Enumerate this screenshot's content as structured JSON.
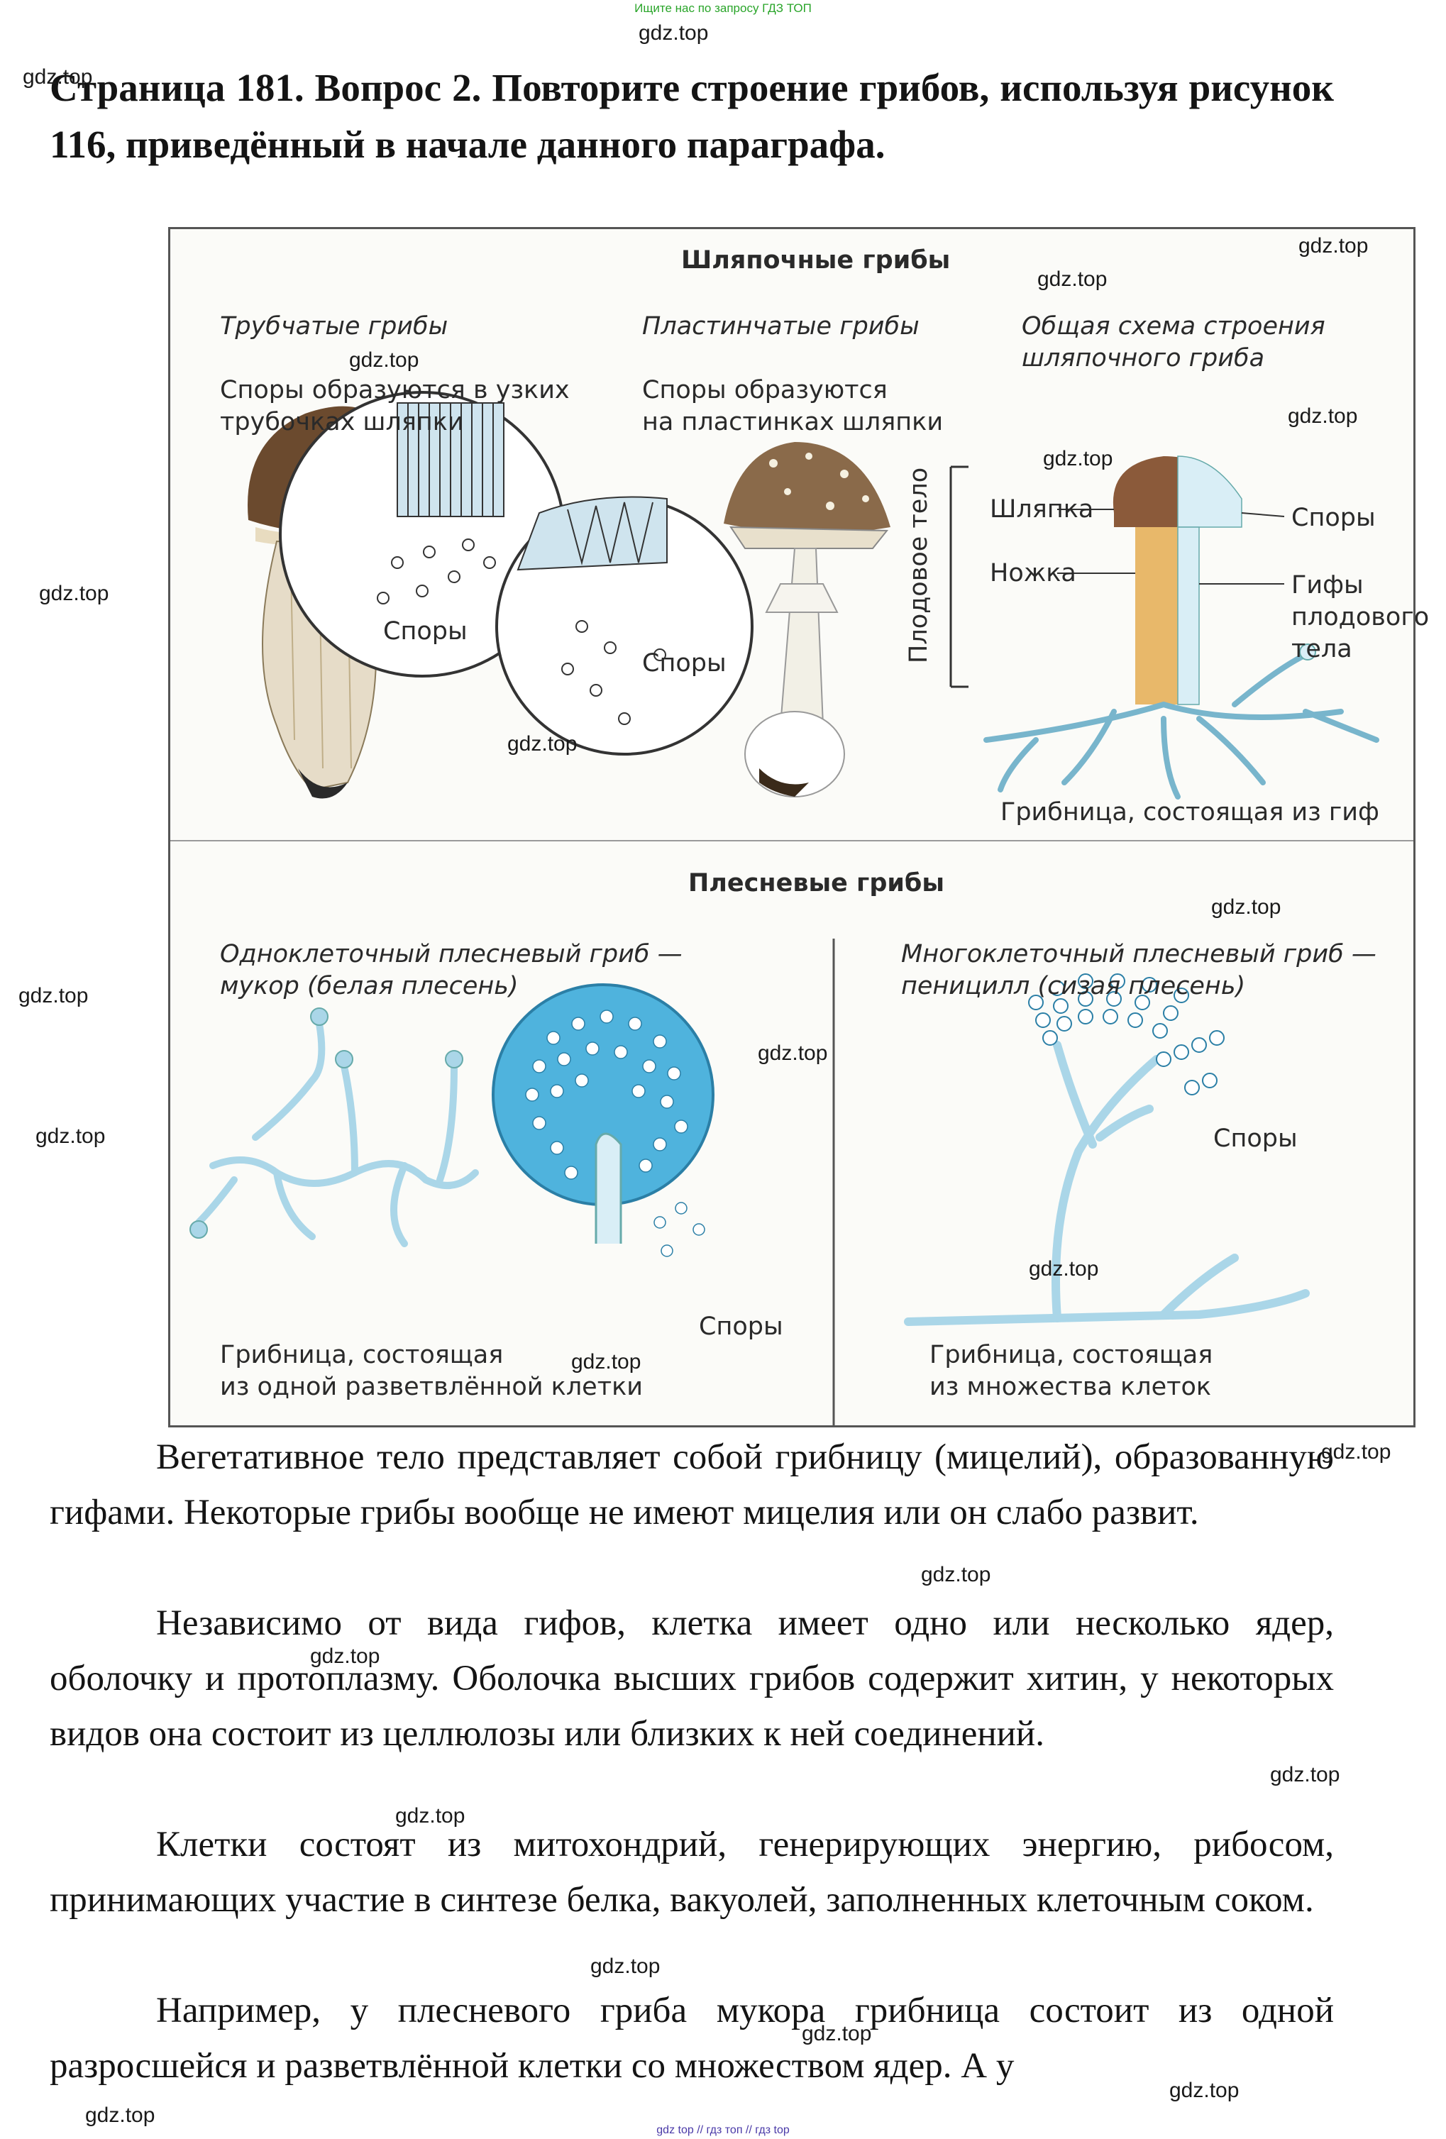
{
  "top_note": "Ищите нас по запросу ГДЗ ТОП",
  "bottom_note": "gdz top // гдз топ // гдз top",
  "watermark": "gdz.top",
  "heading": "Страница 181. Вопрос 2. Повторите строение грибов, используя рисунок 116, приведённый в начале данного параграфа.",
  "figure": {
    "cap_hat": "Шляпочные грибы",
    "tubular_title": "Трубчатые грибы",
    "tubular_desc_1": "Споры образуются в узких",
    "tubular_desc_2": "трубочках шляпки",
    "spores": "Споры",
    "lamellar_title": "Пластинчатые грибы",
    "lamellar_desc_1": "Споры образуются",
    "lamellar_desc_2": "на пластинках шляпки",
    "scheme_title_1": "Общая схема строения",
    "scheme_title_2": "шляпочного гриба",
    "cap": "Шляпка",
    "stem": "Ножка",
    "fruit_body": "Плодовое тело",
    "hyphae_1": "Гифы",
    "hyphae_2": "плодового",
    "hyphae_3": "тела",
    "mycelium_of_hyphae": "Грибница, состоящая из гиф",
    "mold_title": "Плесневые грибы",
    "mucor_title_1": "Одноклеточный плесневый гриб —",
    "mucor_title_2": "мукор (белая плесень)",
    "mucor_myc_1": "Грибница, состоящая",
    "mucor_myc_2": "из одной разветвлённой клетки",
    "pen_title_1": "Многоклеточный плесневый гриб —",
    "pen_title_2": "пеницилл (сизая плесень)",
    "pen_myc_1": "Грибница, состоящая",
    "pen_myc_2": "из множества клеток"
  },
  "paragraphs": [
    "Вегетативное тело представляет собой грибницу (мицелий), образованную гифами. Некоторые грибы вообще не имеют мицелия или он слабо развит.",
    "Независимо от вида гифов, клетка имеет одно или несколько ядер, оболочку и протоплазму. Оболочка высших грибов содержит хитин, у некоторых видов она состоит из целлюлозы или близких к ней соединений.",
    "Клетки состоят из митохондрий, генерирующих энергию, рибосом, принимающих участие в синтезе белка, вакуолей, заполненных клеточным соком.",
    "Например, у плесневого гриба мукора грибница состоит из одной разросшейся и разветвлённой клетки со множеством ядер. А у"
  ],
  "colors": {
    "top_note": "#2aa52a",
    "bottom_note": "#4a3aa8",
    "cap_brown": "#6b4a2e",
    "hypha_blue": "#a8d8ea",
    "sporangium_blue": "#4fb3dd"
  }
}
